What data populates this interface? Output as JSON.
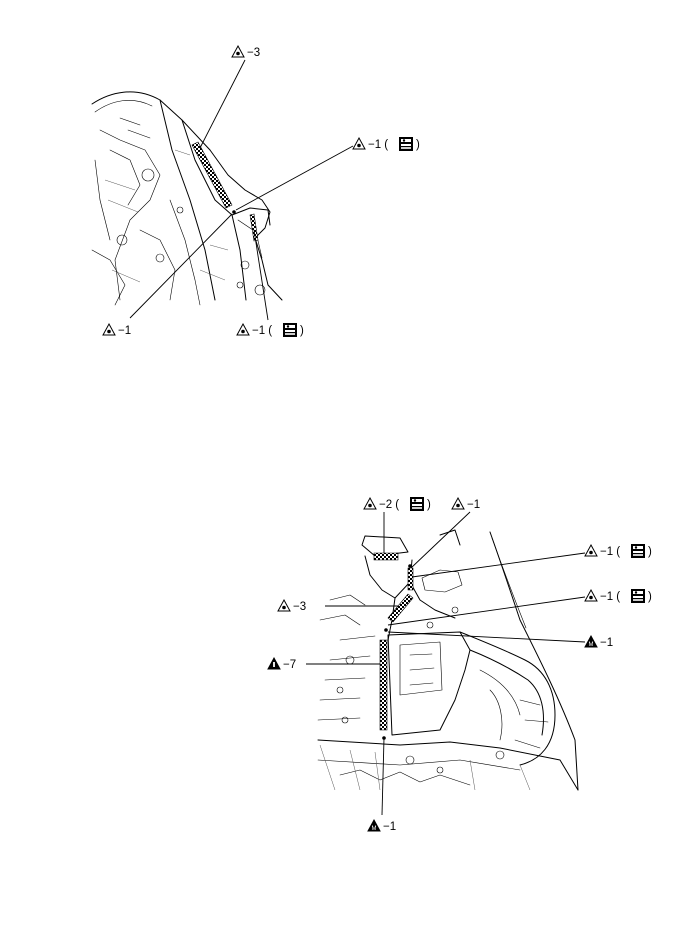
{
  "figure_top": {
    "callouts": [
      {
        "id": "top-a3",
        "symbol": "A",
        "text": "−3",
        "has_tool_icon": false
      },
      {
        "id": "top-a1-r",
        "symbol": "A",
        "text": "−1 (",
        "close": ")",
        "has_tool_icon": true
      },
      {
        "id": "top-a1-bl",
        "symbol": "A",
        "text": "−1",
        "has_tool_icon": false
      },
      {
        "id": "top-a1-br",
        "symbol": "A",
        "text": "−1 (",
        "close": ")",
        "has_tool_icon": true
      }
    ]
  },
  "figure_bottom": {
    "callouts": [
      {
        "id": "bot-a2",
        "symbol": "A",
        "text": "−2 (",
        "close": ")",
        "has_tool_icon": true
      },
      {
        "id": "bot-a1-t",
        "symbol": "A",
        "text": "−1",
        "has_tool_icon": false
      },
      {
        "id": "bot-a1-r1",
        "symbol": "A",
        "text": "−1 (",
        "close": ")",
        "has_tool_icon": true
      },
      {
        "id": "bot-a3",
        "symbol": "A",
        "text": "−3",
        "has_tool_icon": false
      },
      {
        "id": "bot-a1-r2",
        "symbol": "A",
        "text": "−1 (",
        "close": ")",
        "has_tool_icon": true
      },
      {
        "id": "bot-m1-r",
        "symbol": "M",
        "text": "−1",
        "has_tool_icon": false
      },
      {
        "id": "bot-i7",
        "symbol": "I",
        "text": "−7",
        "has_tool_icon": false
      },
      {
        "id": "bot-m1-b",
        "symbol": "M",
        "text": "−1",
        "has_tool_icon": false
      }
    ]
  },
  "icons": {
    "callout_symbol": "triangle-symbol-icon",
    "tool": "sealer-gun-icon"
  }
}
